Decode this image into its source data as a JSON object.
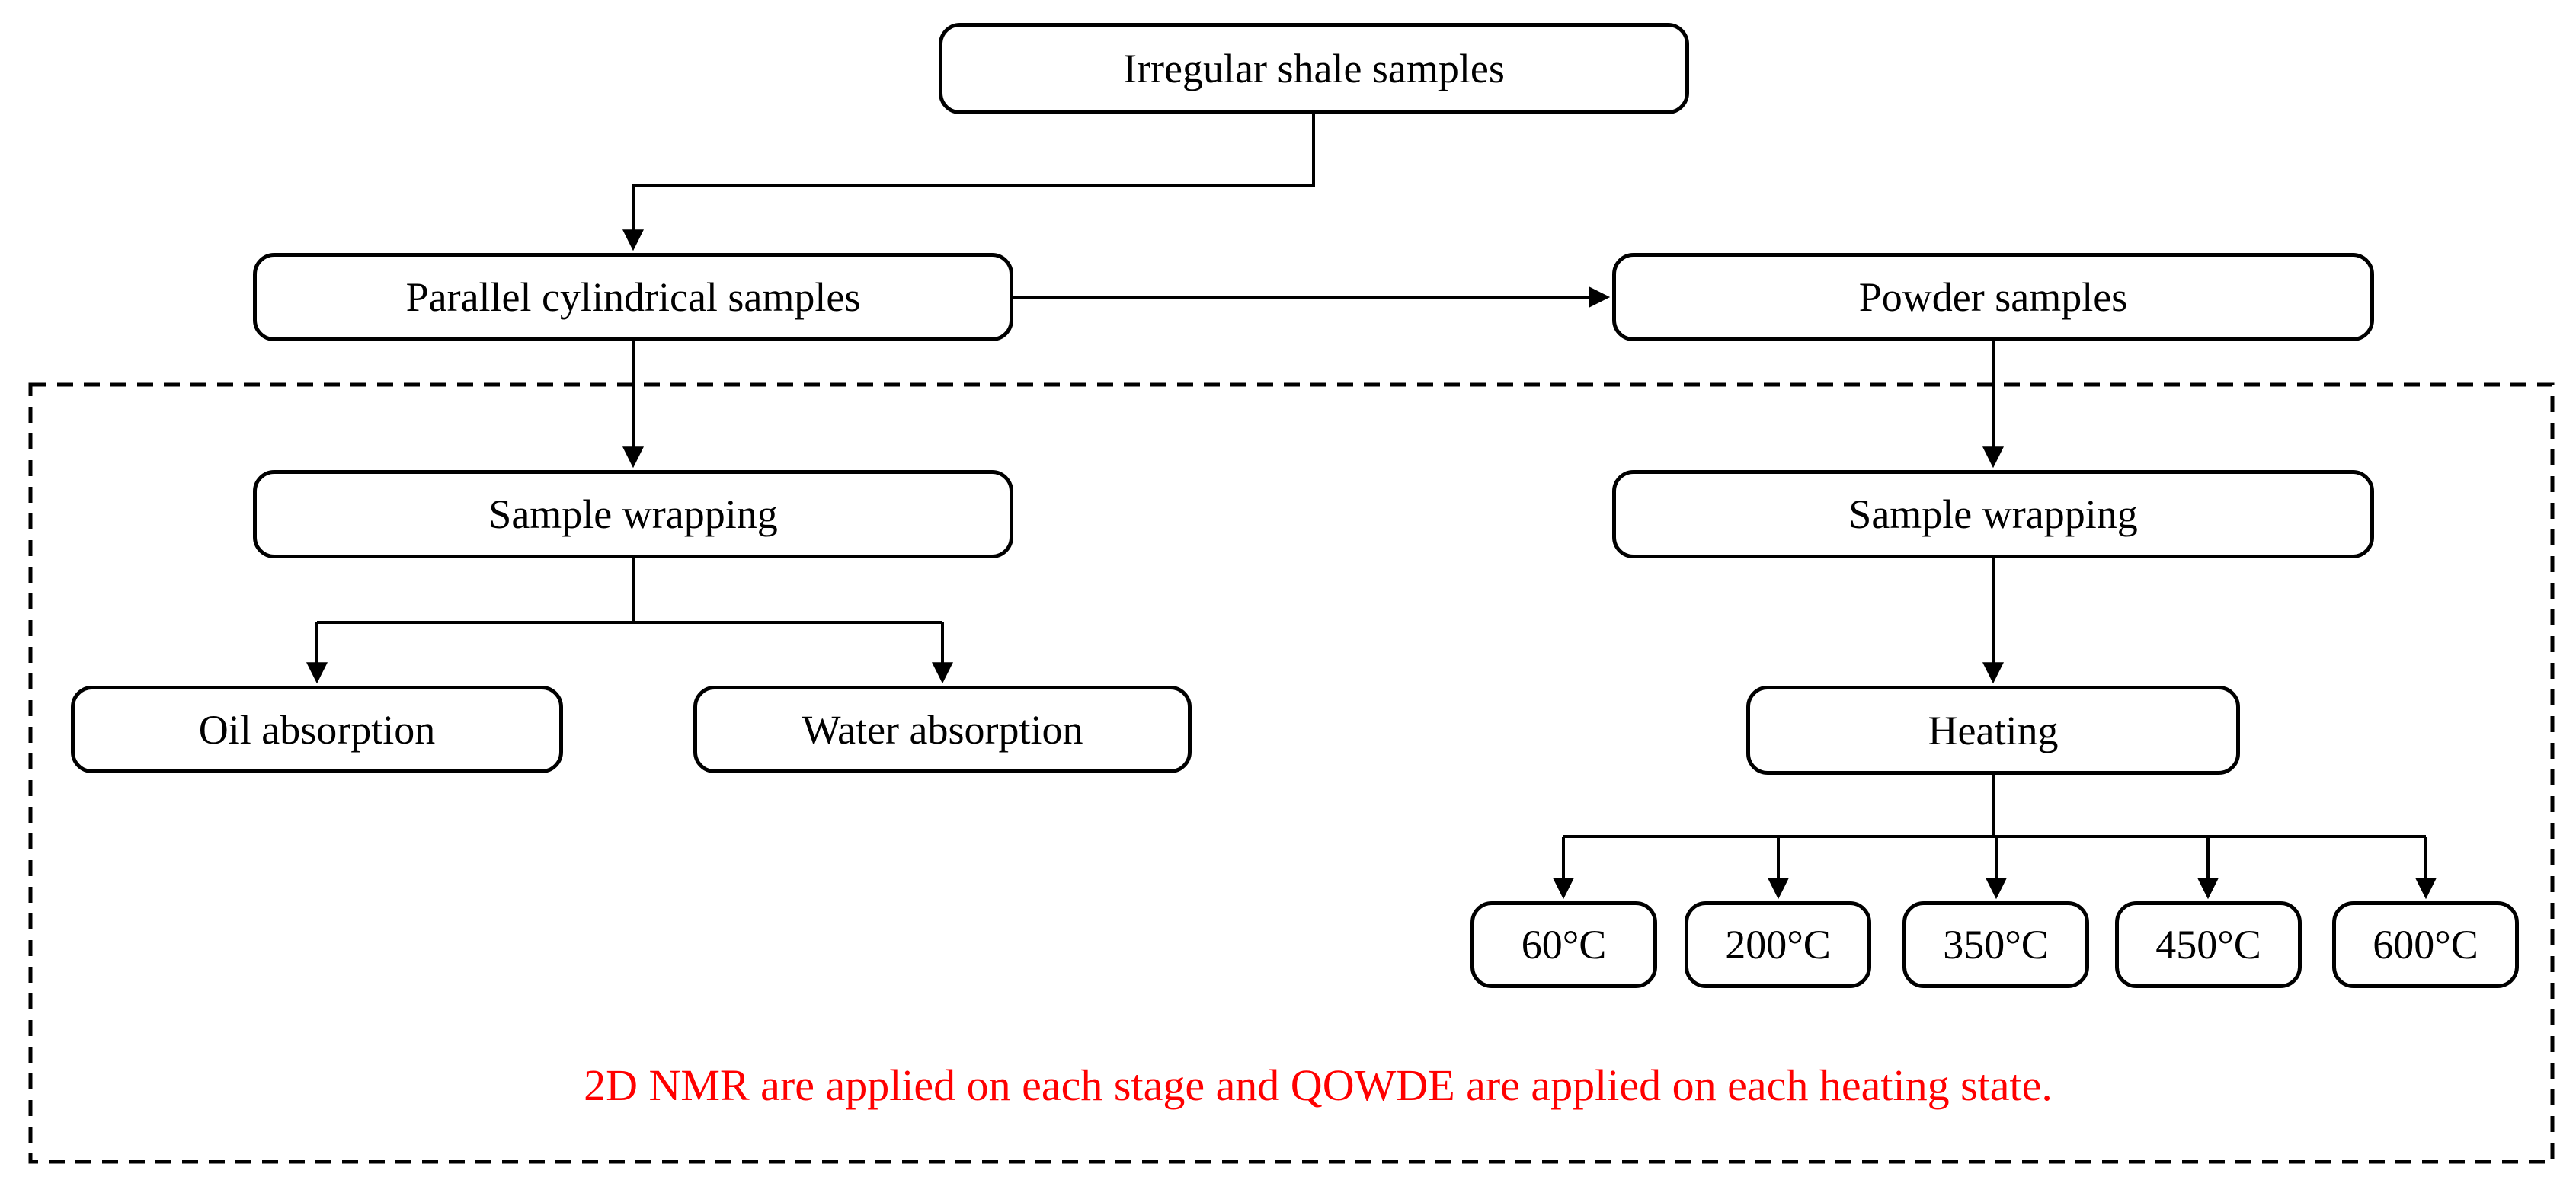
{
  "nodes": {
    "irregular": {
      "label": "Irregular shale samples"
    },
    "parallel": {
      "label": "Parallel cylindrical samples"
    },
    "powder": {
      "label": "Powder samples"
    },
    "wrap_left": {
      "label": "Sample wrapping"
    },
    "wrap_right": {
      "label": "Sample wrapping"
    },
    "oil": {
      "label": "Oil absorption"
    },
    "water": {
      "label": "Water absorption"
    },
    "heating": {
      "label": "Heating"
    },
    "temp_60": {
      "label": "60°C"
    },
    "temp_200": {
      "label": "200°C"
    },
    "temp_350": {
      "label": "350°C"
    },
    "temp_450": {
      "label": "450°C"
    },
    "temp_600": {
      "label": "600°C"
    }
  },
  "note": {
    "text": "2D NMR are applied on each stage and QOWDE are applied on each heating state.",
    "color": "#ff0000"
  },
  "colors": {
    "background": "#ffffff",
    "box_fill": "#ffffff",
    "box_border": "#000000",
    "connector": "#000000",
    "dashed_border": "#000000"
  }
}
